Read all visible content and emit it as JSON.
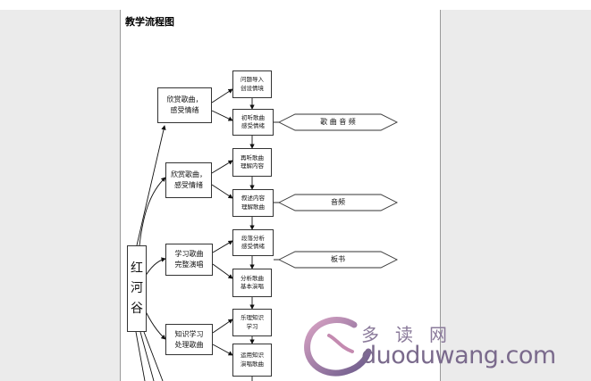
{
  "title": "教学流程图",
  "main_node": "红\n河\n谷",
  "stages": [
    "欣赏歌曲，\n感受情绪",
    "欣赏歌曲，\n感受情绪",
    "学习歌曲\n完整演唱",
    "知识学习\n处理歌曲"
  ],
  "steps": [
    "问题导入\n创设情境",
    "初听歌曲\n感受情绪",
    "再听歌曲\n理解内容",
    "叙述内容\n理解歌曲",
    "段落分析\n感受情绪",
    "分析歌曲\n基本演唱",
    "乐理知识\n学习",
    "运用知识\n演唱歌曲"
  ],
  "resources": [
    "歌 曲 音 频",
    "音频",
    "板书"
  ],
  "watermark": {
    "cn": "多读网",
    "en": "duoduwang.com"
  },
  "colors": {
    "background": "#ebebeb",
    "page": "#ffffff",
    "watermark": "#7a6a8c"
  }
}
